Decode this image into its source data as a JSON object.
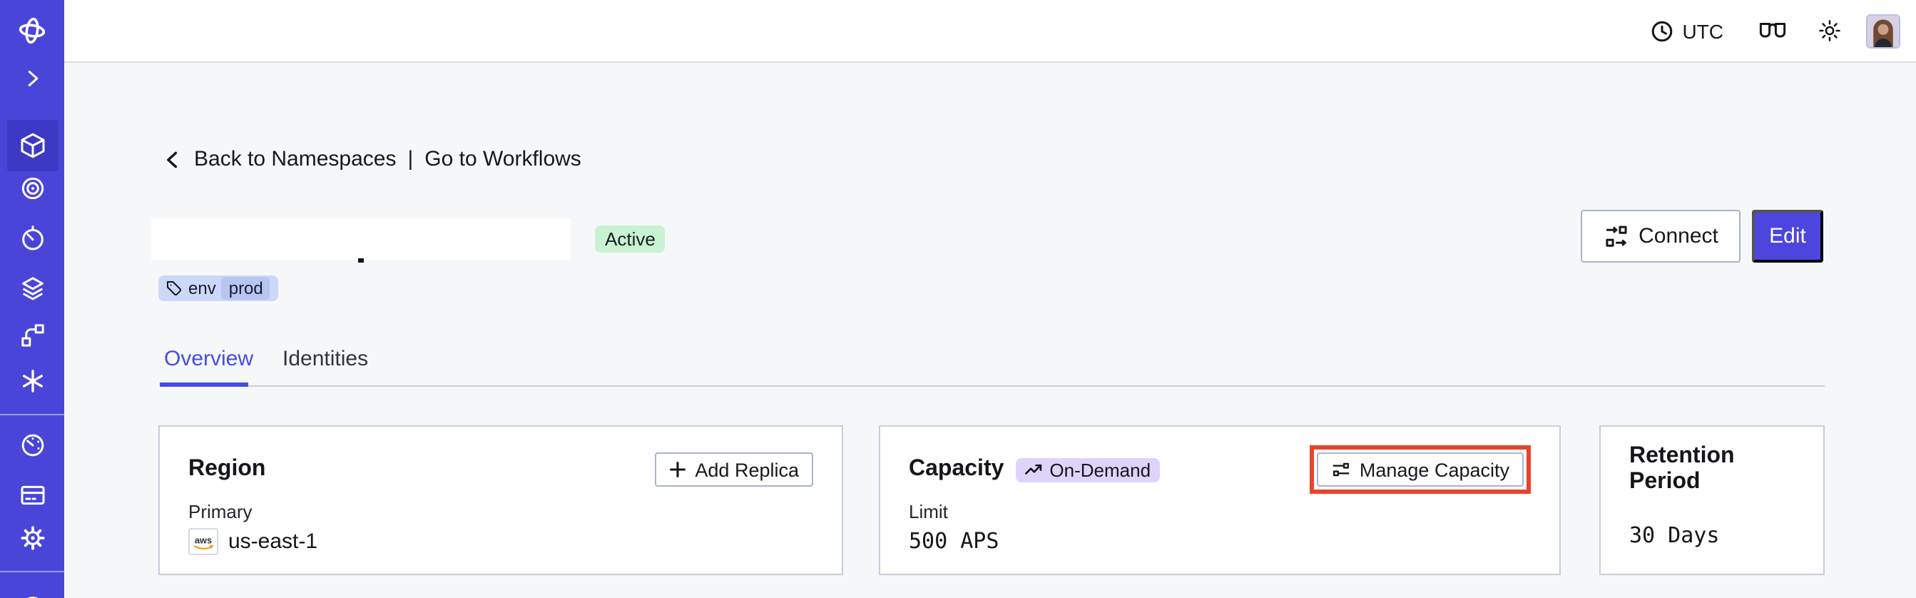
{
  "colors": {
    "sidebar_bg": "#4a45d9",
    "sidebar_active_bg": "#3e39c4",
    "accent": "#4c46de",
    "tab_active": "#444ce7",
    "main_bg": "#f6f7f9",
    "topbar_border": "#d9dde4",
    "card_border": "#c6cddd",
    "button_border": "#a9b3cb",
    "text": "#17181c",
    "green_badge_bg": "#c8f2d1",
    "tag_bg": "#ccd8f7",
    "tag_inner_bg": "#b5c6f2",
    "lavender_badge_bg": "#ded4fb",
    "annotation_red": "#e8432c",
    "avatar_border": "#b3bfe3"
  },
  "topbar": {
    "timezone": "UTC"
  },
  "sidebar": {
    "items": [
      {
        "name": "temporal-logo"
      },
      {
        "name": "expand-sidebar"
      },
      {
        "name": "namespaces",
        "active": true
      },
      {
        "name": "archival"
      },
      {
        "name": "schedules"
      },
      {
        "name": "deployments"
      },
      {
        "name": "versioning"
      },
      {
        "name": "nexus"
      },
      {
        "name": "usage"
      },
      {
        "name": "billing"
      },
      {
        "name": "settings"
      }
    ]
  },
  "breadcrumb": {
    "back": "Back to Namespaces",
    "separator": "|",
    "forward": "Go to Workflows"
  },
  "header": {
    "status": "Active",
    "tag": {
      "key": "env",
      "value": "prod"
    },
    "actions": {
      "connect": "Connect",
      "edit": "Edit"
    }
  },
  "tabs": [
    {
      "label": "Overview",
      "active": true
    },
    {
      "label": "Identities",
      "active": false
    }
  ],
  "cards": {
    "region": {
      "title": "Region",
      "action": "Add Replica",
      "label": "Primary",
      "provider": "aws",
      "value": "us-east-1"
    },
    "capacity": {
      "title": "Capacity",
      "badge": "On-Demand",
      "action": "Manage Capacity",
      "label": "Limit",
      "value": "500 APS"
    },
    "retention": {
      "title": "Retention Period",
      "value": "30 Days"
    }
  }
}
